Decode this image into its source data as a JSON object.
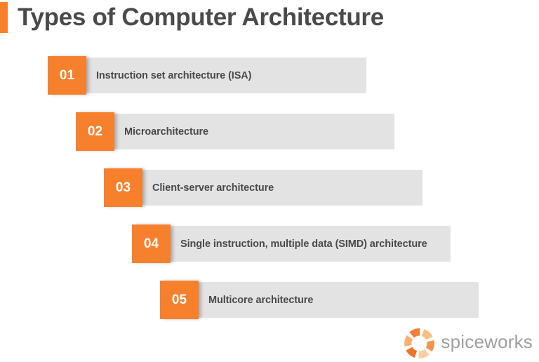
{
  "title": {
    "text": "Types of Computer Architecture"
  },
  "items": [
    {
      "number": "01",
      "label": "Instruction set architecture (ISA)"
    },
    {
      "number": "02",
      "label": "Microarchitecture"
    },
    {
      "number": "03",
      "label": "Client-server architecture"
    },
    {
      "number": "04",
      "label": "Single instruction, multiple data (SIMD) architecture"
    },
    {
      "number": "05",
      "label": "Multicore architecture"
    }
  ],
  "footer": {
    "brand_name": "spiceworks",
    "logo_icon": "spiceworks-pinwheel-icon"
  },
  "colors": {
    "accent_orange": "#F7802D",
    "bar_gray": "#E3E3E3",
    "text_dark": "#4A4A4A",
    "number_text": "#FFFFFF",
    "brand_gray": "#9E9E9E",
    "background": "#FFFFFF"
  }
}
